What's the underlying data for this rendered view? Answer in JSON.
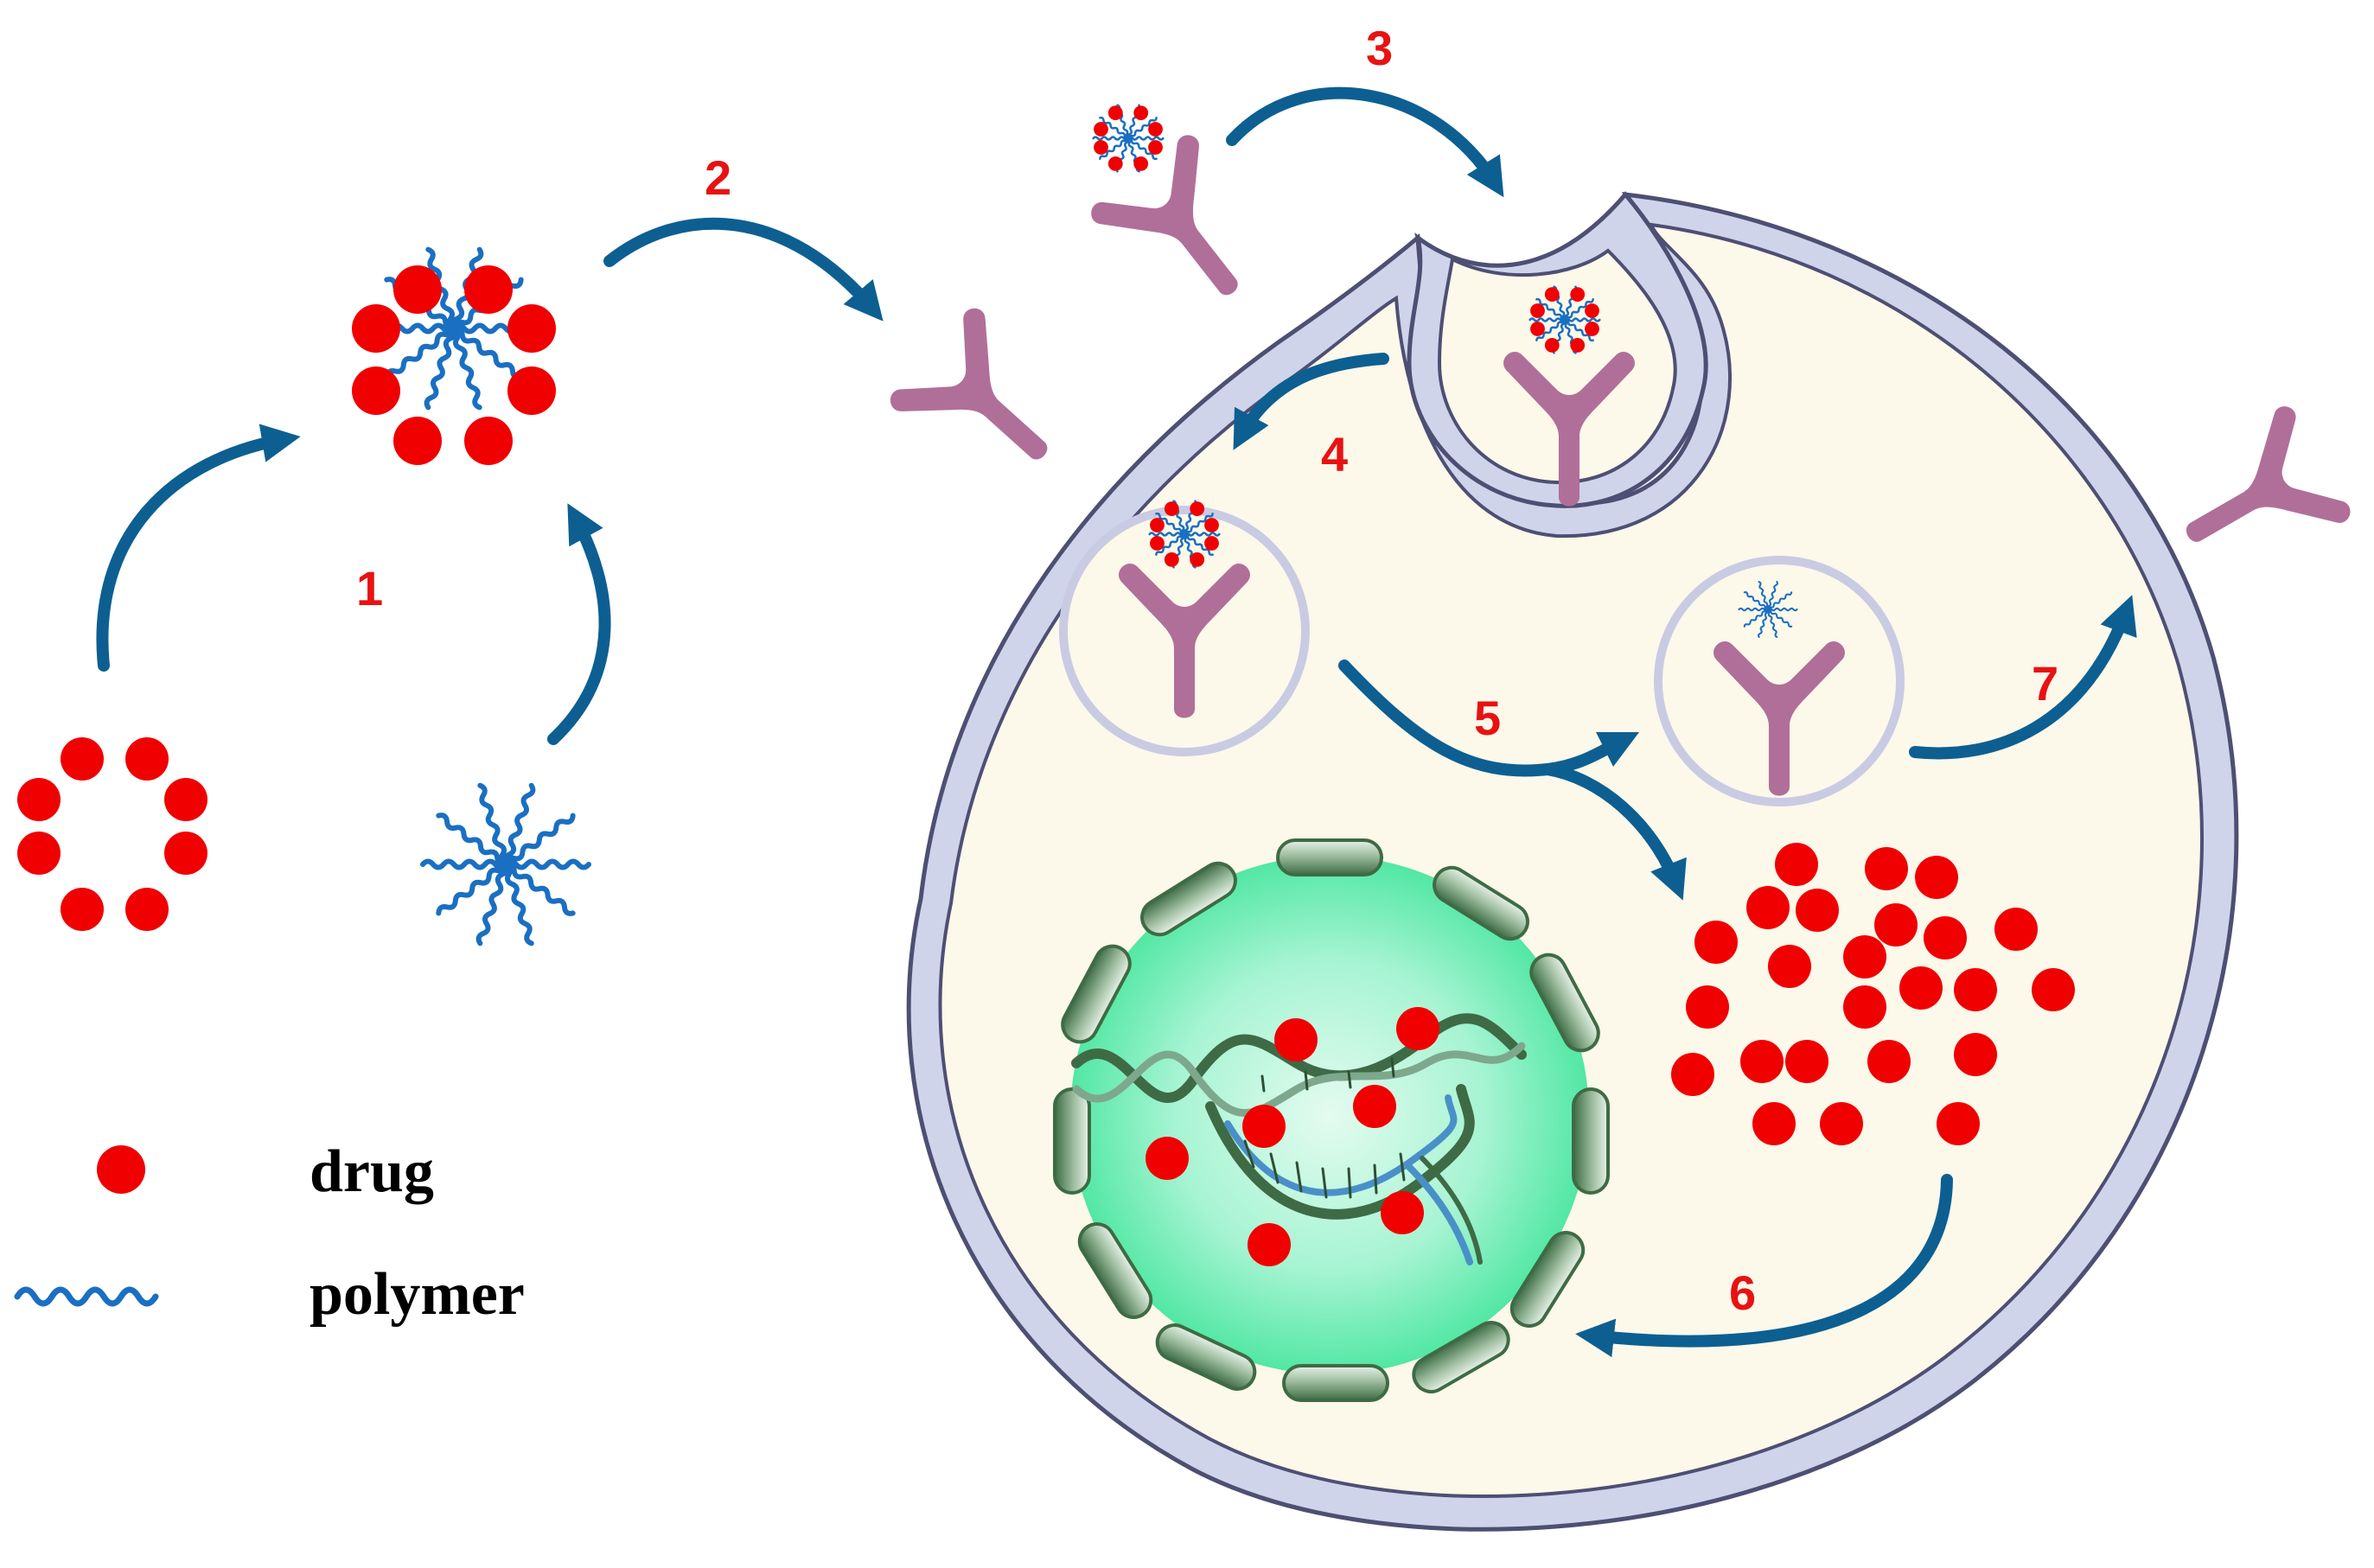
{
  "steps": {
    "s1": "1",
    "s2": "2",
    "s3": "3",
    "s4": "4",
    "s5": "5",
    "s6": "6",
    "s7": "7"
  },
  "legend": {
    "drug": "drug",
    "polymer": "polymer"
  },
  "colors": {
    "drug": "#f00000",
    "polymer": "#1a6fc2",
    "arrow": "#0d5f91",
    "receptor": "#b06f99",
    "membrane_fill": "#cfd4eb",
    "membrane_stroke": "#4d4f73",
    "cytoplasm": "#fcf8ea",
    "nucleus": "#7df0bf",
    "nuclear_pore": "#5a8a63",
    "step_label": "#e81212"
  },
  "icons": {
    "receptor": "y-shaped-receptor-icon",
    "micelle": "drug-loaded-micelle-icon",
    "dna": "dna-double-helix-icon"
  }
}
